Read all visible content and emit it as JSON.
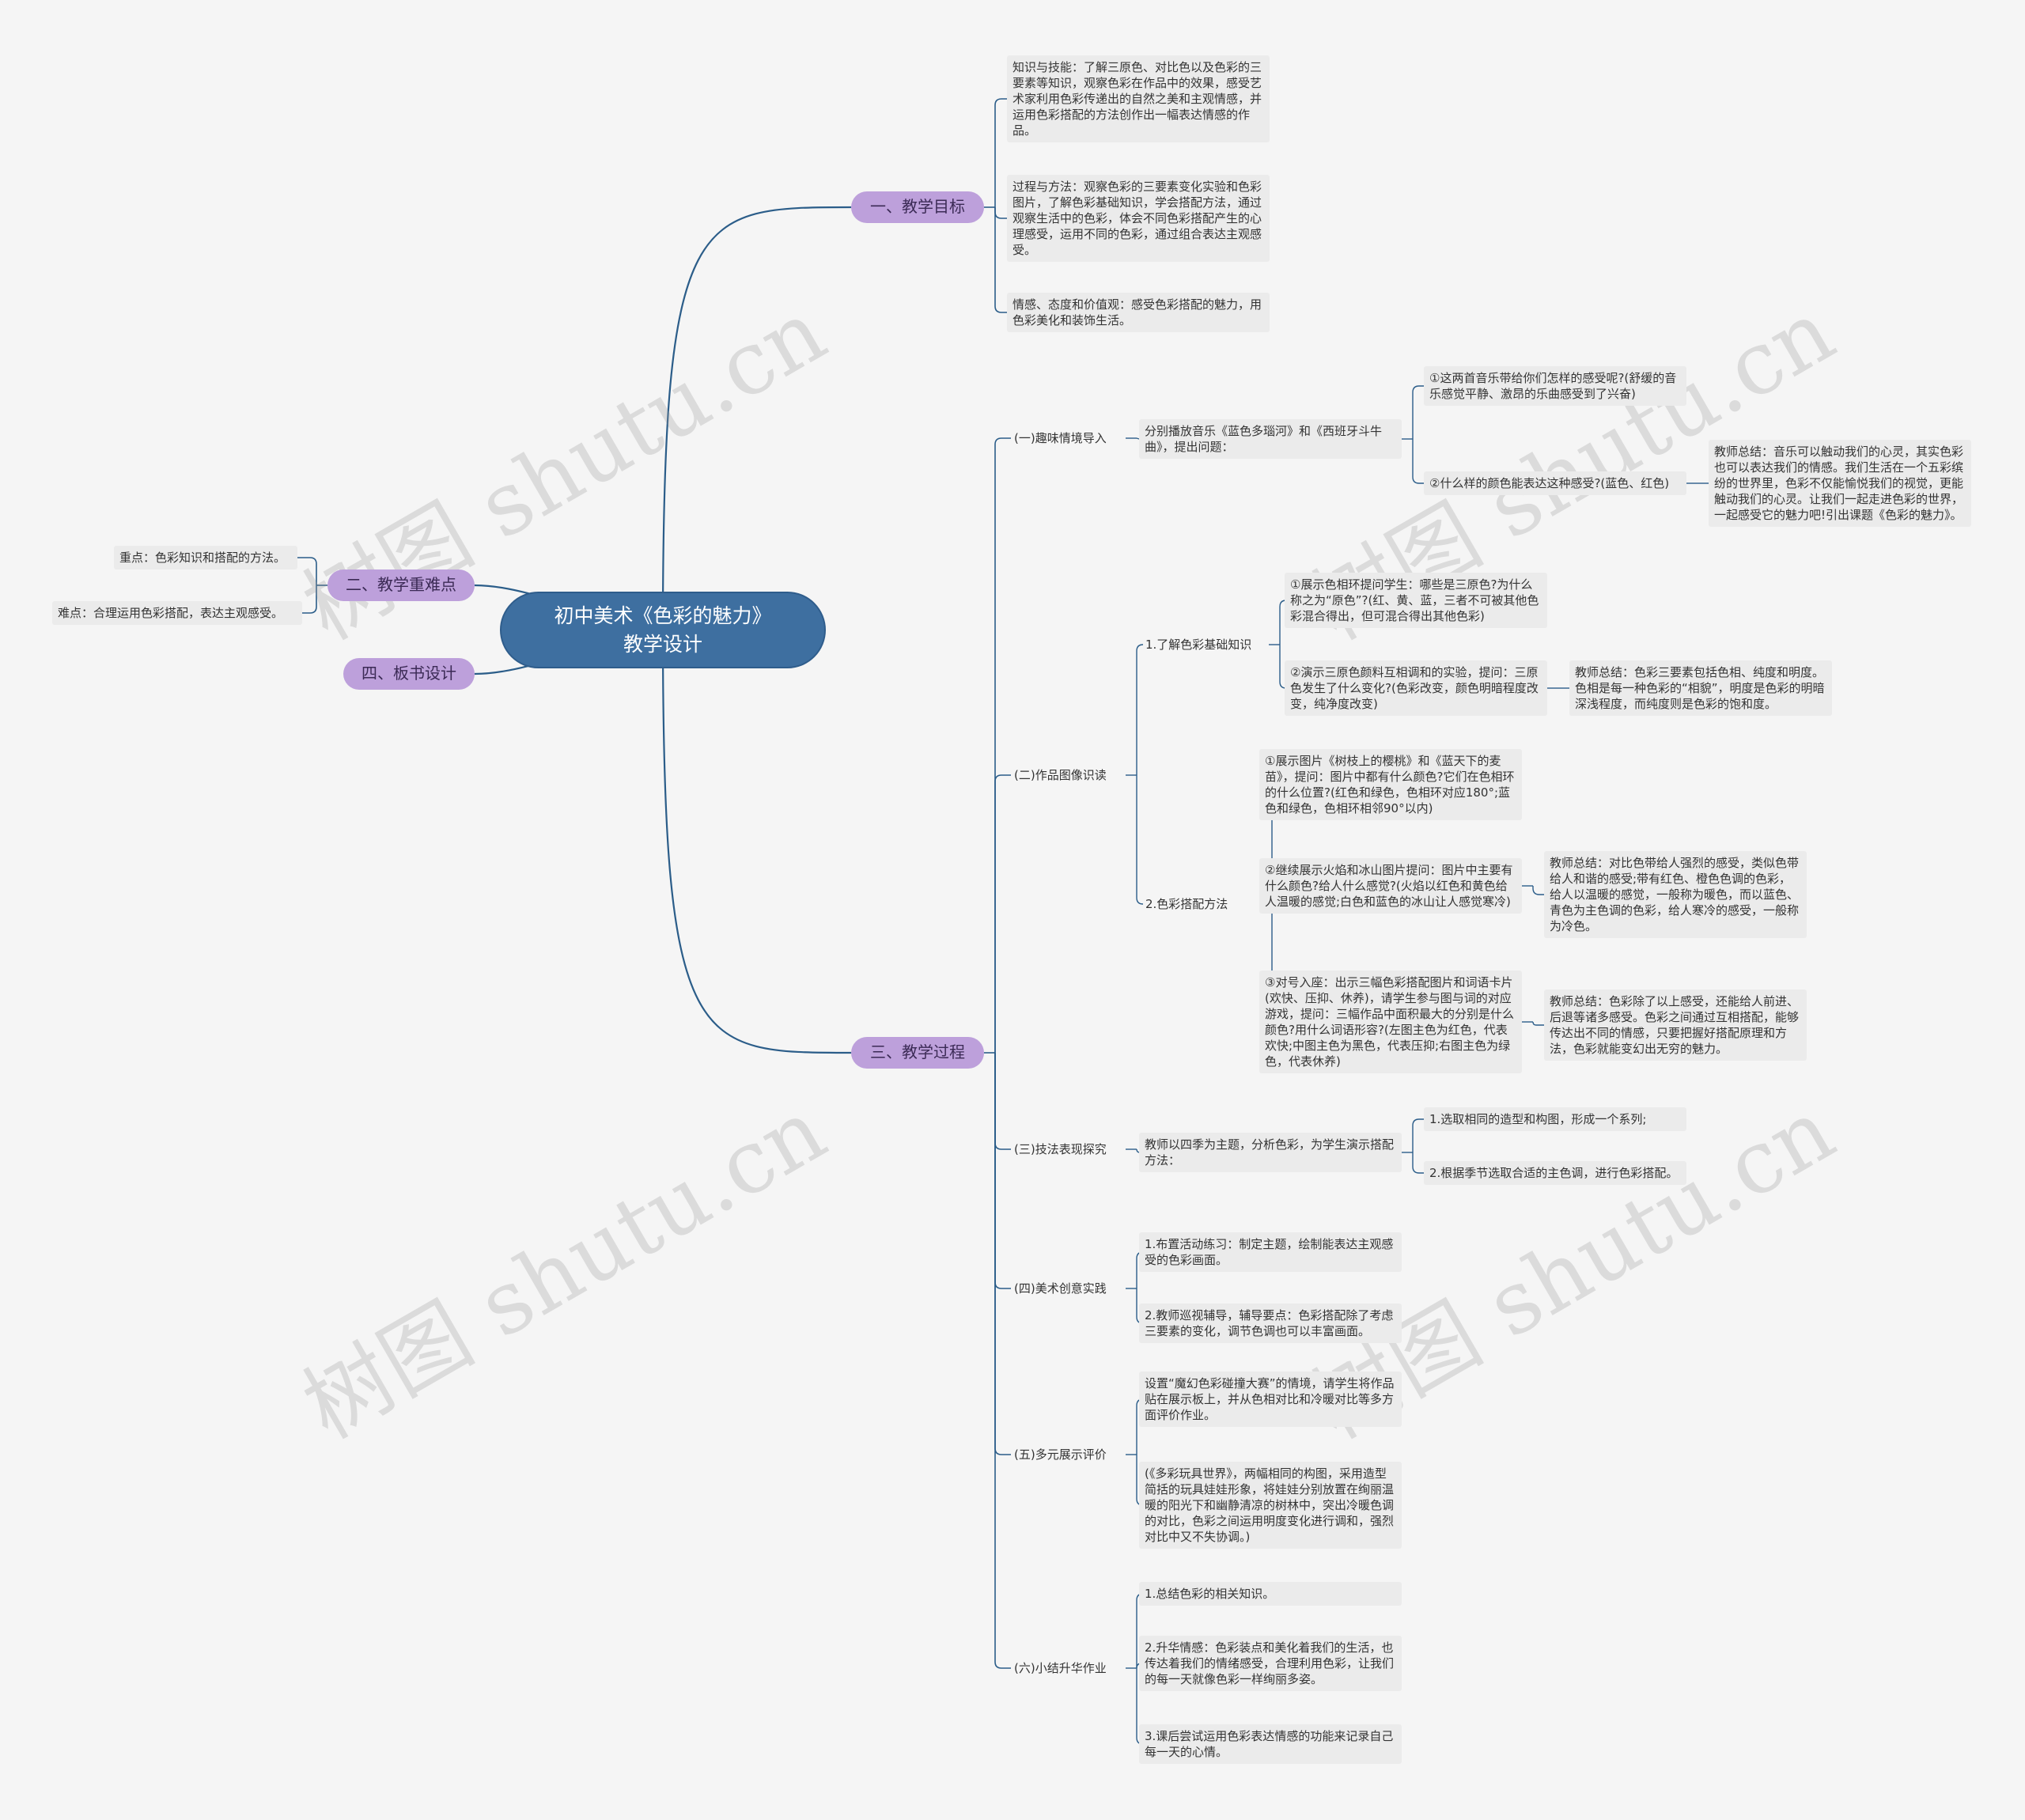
{
  "root": "初中美术《色彩的魅力》\n教学设计",
  "watermark": "树图 shutu.cn",
  "colors": {
    "root": "#3e6fa0",
    "branch": "#bda0db",
    "line": "#2b5d89",
    "leaf_bg": "#ebebeb",
    "background": "#f5f5f5"
  },
  "goals": {
    "label": "一、教学目标",
    "items": [
      "知识与技能：了解三原色、对比色以及色彩的三要素等知识，观察色彩在作品中的效果，感受艺术家利用色彩传递出的自然之美和主观情感，并运用色彩搭配的方法创作出一幅表达情感的作品。",
      "过程与方法：观察色彩的三要素变化实验和色彩图片，了解色彩基础知识，学会搭配方法，通过观察生活中的色彩，体会不同色彩搭配产生的心理感受，运用不同的色彩，通过组合表达主观感受。",
      "情感、态度和价值观：感受色彩搭配的魅力，用色彩美化和装饰生活。"
    ]
  },
  "keypoints": {
    "label": "二、教学重难点",
    "items": [
      "重点：色彩知识和搭配的方法。",
      "难点：合理运用色彩搭配，表达主观感受。"
    ]
  },
  "board": {
    "label": "四、板书设计"
  },
  "process": {
    "label": "三、教学过程",
    "s1": {
      "label": "(一)趣味情境导入",
      "intro": "分别播放音乐《蓝色多瑙河》和《西班牙斗牛曲》，提出问题：",
      "q1": "①这两首音乐带给你们怎样的感受呢?(舒缓的音乐感觉平静、激昂的乐曲感受到了兴奋)",
      "q2": "②什么样的颜色能表达这种感受?(蓝色、红色)",
      "q2_summary": "教师总结：音乐可以触动我们的心灵，其实色彩也可以表达我们的情感。我们生活在一个五彩缤纷的世界里，色彩不仅能愉悦我们的视觉，更能触动我们的心灵。让我们一起走进色彩的世界，一起感受它的魅力吧!引出课题《色彩的魅力》。"
    },
    "s2": {
      "label": "(二)作品图像识读",
      "k1": {
        "label": "1.了解色彩基础知识",
        "i1": "①展示色相环提问学生：哪些是三原色?为什么称之为“原色”?(红、黄、蓝，三者不可被其他色彩混合得出，但可混合得出其他色彩)",
        "i2": "②演示三原色颜料互相调和的实验，提问：三原色发生了什么变化?(色彩改变，颜色明暗程度改变，纯净度改变)",
        "i2_summary": "教师总结：色彩三要素包括色相、纯度和明度。色相是每一种色彩的“相貌”，明度是色彩的明暗深浅程度，而纯度则是色彩的饱和度。"
      },
      "k2": {
        "label": "2.色彩搭配方法",
        "i1": "①展示图片《树枝上的樱桃》和《蓝天下的麦苗》，提问：图片中都有什么颜色?它们在色相环的什么位置?(红色和绿色，色相环对应180°;蓝色和绿色，色相环相邻90°以内)",
        "i2": "②继续展示火焰和冰山图片提问：图片中主要有什么颜色?给人什么感觉?(火焰以红色和黄色给人温暖的感觉;白色和蓝色的冰山让人感觉寒冷)",
        "i2_summary": "教师总结：对比色带给人强烈的感受，类似色带给人和谐的感受;带有红色、橙色色调的色彩，给人以温暖的感觉，一般称为暖色，而以蓝色、青色为主色调的色彩，给人寒冷的感受，一般称为冷色。",
        "i3": "③对号入座：出示三幅色彩搭配图片和词语卡片(欢快、压抑、休养)，请学生参与图与词的对应游戏，提问：三幅作品中面积最大的分别是什么颜色?用什么词语形容?(左图主色为红色，代表欢快;中图主色为黑色，代表压抑;右图主色为绿色，代表休养)",
        "i3_summary": "教师总结：色彩除了以上感受，还能给人前进、后退等诸多感受。色彩之间通过互相搭配，能够传达出不同的情感，只要把握好搭配原理和方法，色彩就能变幻出无穷的魅力。"
      }
    },
    "s3": {
      "label": "(三)技法表现探究",
      "intro": "教师以四季为主题，分析色彩，为学生演示搭配方法：",
      "i1": "1.选取相同的造型和构图，形成一个系列;",
      "i2": "2.根据季节选取合适的主色调，进行色彩搭配。"
    },
    "s4": {
      "label": "(四)美术创意实践",
      "i1": "1.布置活动练习：制定主题，绘制能表达主观感受的色彩画面。",
      "i2": "2.教师巡视辅导，辅导要点：色彩搭配除了考虑三要素的变化，调节色调也可以丰富画面。"
    },
    "s5": {
      "label": "(五)多元展示评价",
      "i1": "设置“魔幻色彩碰撞大赛”的情境，请学生将作品贴在展示板上，并从色相对比和冷暖对比等多方面评价作业。",
      "i2": "(《多彩玩具世界》，两幅相同的构图，采用造型简括的玩具娃娃形象，将娃娃分别放置在绚丽温暖的阳光下和幽静清凉的树林中，突出冷暖色调的对比，色彩之间运用明度变化进行调和，强烈对比中又不失协调。)"
    },
    "s6": {
      "label": "(六)小结升华作业",
      "i1": "1.总结色彩的相关知识。",
      "i2": "2.升华情感：色彩装点和美化着我们的生活，也传达着我们的情绪感受，合理利用色彩，让我们的每一天就像色彩一样绚丽多姿。",
      "i3": "3.课后尝试运用色彩表达情感的功能来记录自己每一天的心情。"
    }
  }
}
